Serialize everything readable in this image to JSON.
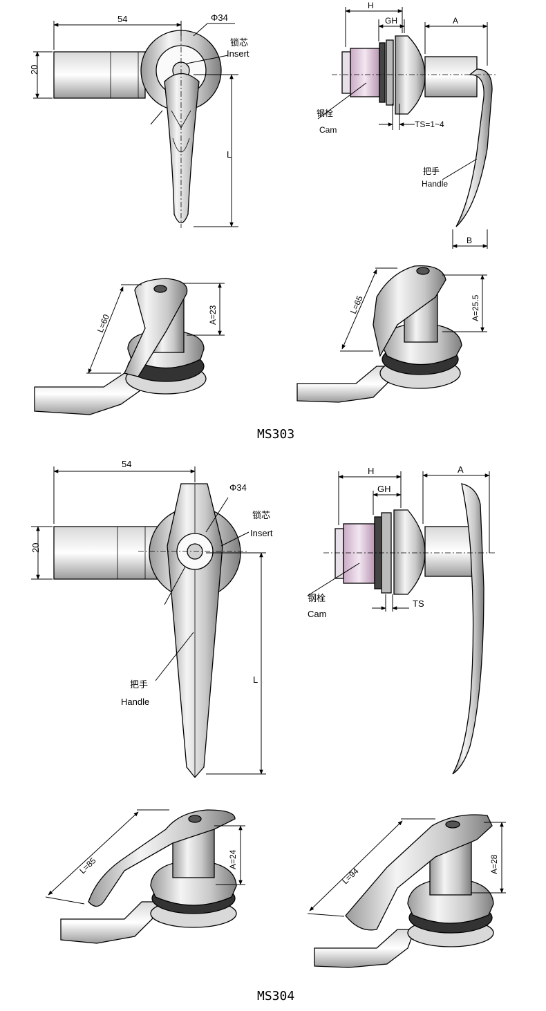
{
  "ms303": {
    "caption": "MS303",
    "front": {
      "width": "54",
      "height": "20",
      "diameter": "Φ34",
      "insert_cn": "锁芯",
      "insert_en": "Insert",
      "length": "L"
    },
    "side": {
      "h": "H",
      "gh": "GH",
      "a": "A",
      "b": "B",
      "ts": "TS=1~4",
      "cam_cn": "钢栓",
      "cam_en": "Cam",
      "handle_cn": "把手",
      "handle_en": "Handle"
    },
    "iso_left": {
      "l": "L=60",
      "a": "A=23"
    },
    "iso_right": {
      "l": "L=65",
      "a": "A=25.5"
    }
  },
  "ms304": {
    "caption": "MS304",
    "front": {
      "width": "54",
      "height": "20",
      "diameter": "Φ34",
      "insert_cn": "锁芯",
      "insert_en": "Insert",
      "length": "L",
      "handle_cn": "把手",
      "handle_en": "Handle"
    },
    "side": {
      "h": "H",
      "gh": "GH",
      "a": "A",
      "ts": "TS",
      "cam_cn": "钢栓",
      "cam_en": "Cam"
    },
    "iso_left": {
      "l": "L=85",
      "a": "A=24"
    },
    "iso_right": {
      "l": "L=94",
      "a": "A=28"
    }
  }
}
